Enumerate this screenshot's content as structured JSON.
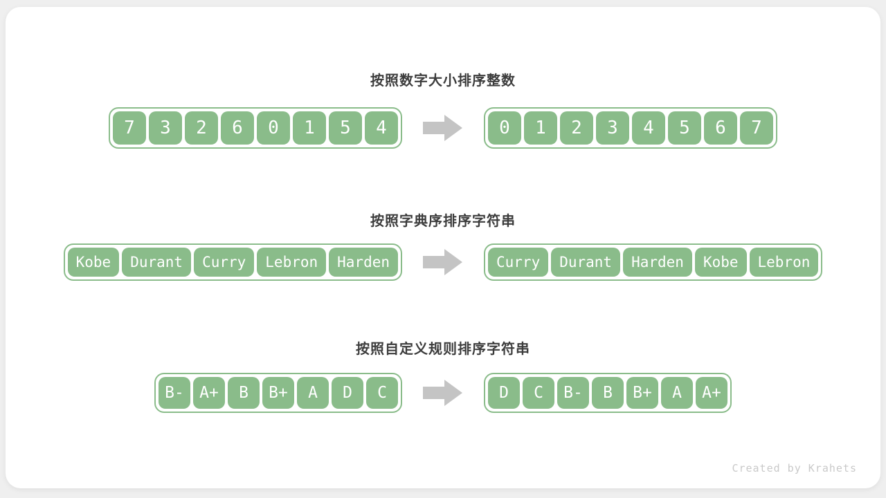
{
  "rows": [
    {
      "title": "按照数字大小排序整数",
      "before": [
        "7",
        "3",
        "2",
        "6",
        "0",
        "1",
        "5",
        "4"
      ],
      "after": [
        "0",
        "1",
        "2",
        "3",
        "4",
        "5",
        "6",
        "7"
      ]
    },
    {
      "title": "按照字典序排序字符串",
      "before": [
        "Kobe",
        "Durant",
        "Curry",
        "Lebron",
        "Harden"
      ],
      "after": [
        "Curry",
        "Durant",
        "Harden",
        "Kobe",
        "Lebron"
      ]
    },
    {
      "title": "按照自定义规则排序字符串",
      "before": [
        "B-",
        "A+",
        "B",
        "B+",
        "A",
        "D",
        "C"
      ],
      "after": [
        "D",
        "C",
        "B-",
        "B",
        "B+",
        "A",
        "A+"
      ]
    }
  ],
  "footer": {
    "credit": "Created by Krahets"
  },
  "colors": {
    "green": "#8abc8a",
    "arrow": "#c4c4c4",
    "title": "#3c3c3c",
    "card_bg": "#ffffff",
    "page_bg": "#efefef",
    "credit": "#c9c9c9",
    "cell_text": "#ffffff"
  }
}
